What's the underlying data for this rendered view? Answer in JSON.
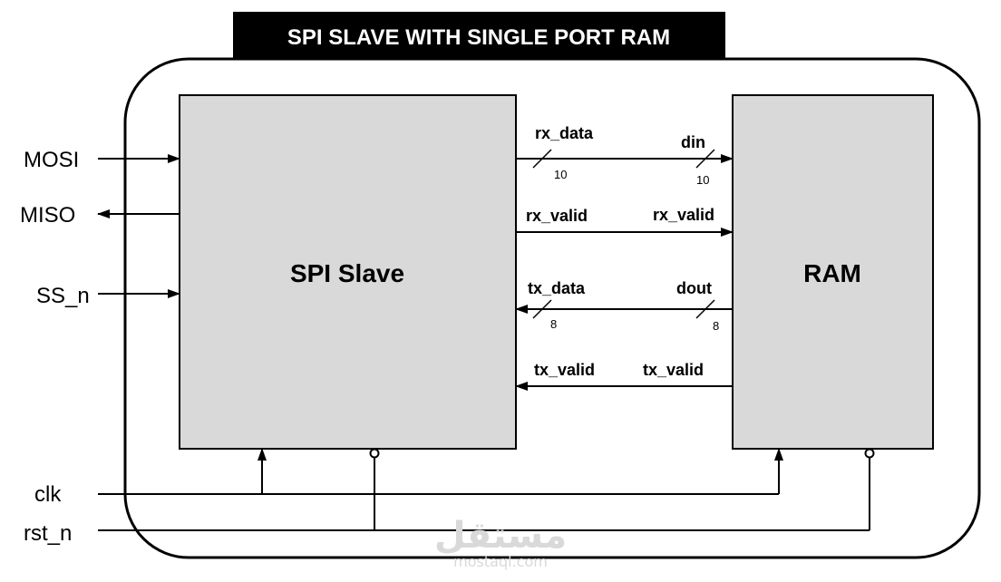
{
  "title": "SPI SLAVE WITH SINGLE PORT RAM",
  "colors": {
    "title_bg": "#000000",
    "title_text": "#ffffff",
    "block_fill": "#d9d9d9",
    "line": "#000000",
    "watermark": "#d9d9d9"
  },
  "blocks": {
    "spi_slave": "SPI Slave",
    "ram": "RAM"
  },
  "external_ports": {
    "mosi": "MOSI",
    "miso": "MISO",
    "ss_n": "SS_n",
    "clk": "clk",
    "rst_n": "rst_n"
  },
  "signals": {
    "rx_data": {
      "spi_label": "rx_data",
      "ram_label": "din",
      "spi_width": "10",
      "ram_width": "10"
    },
    "rx_valid": {
      "spi_label": "rx_valid",
      "ram_label": "rx_valid"
    },
    "tx_data": {
      "spi_label": "tx_data",
      "ram_label": "dout",
      "spi_width": "8",
      "ram_width": "8"
    },
    "tx_valid": {
      "spi_label": "tx_valid",
      "ram_label": "tx_valid"
    }
  },
  "watermark": {
    "arabic": "مستقل",
    "latin": "mostaql.com"
  }
}
